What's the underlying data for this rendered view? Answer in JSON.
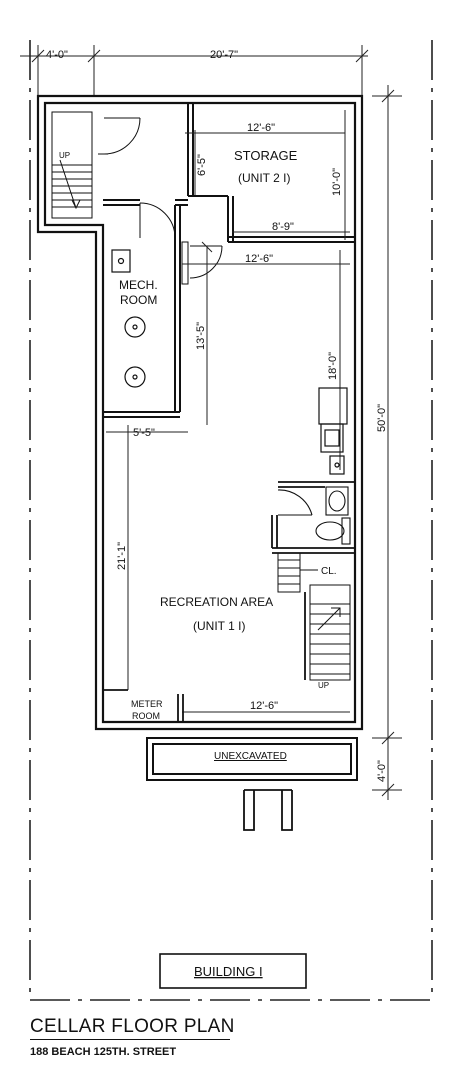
{
  "dimensions": {
    "top_left": "4'-0\"",
    "top_overall": "20'-7\"",
    "storage_width": "12'-6\"",
    "storage_depth_left": "6'-5\"",
    "storage_depth_right": "10'-0\"",
    "storage_bottom": "8'-9\"",
    "rec_top_width": "12'-6\"",
    "mech_height": "13'-5\"",
    "right_mid": "18'-0\"",
    "overall_height": "50'-0\"",
    "mech_width": "5'-5\"",
    "rec_height": "21'-1\"",
    "rec_bottom_width": "12'-6\"",
    "unexcavated_depth": "4'-0\""
  },
  "rooms": {
    "storage_name": "STORAGE",
    "storage_unit": "(UNIT 2 I)",
    "mech_line1": "MECH.",
    "mech_line2": "ROOM",
    "rec_name": "RECREATION AREA",
    "rec_unit": "(UNIT 1 I)",
    "closet": "CL.",
    "meter_line1": "METER",
    "meter_line2": "ROOM",
    "unexcavated": "UNEXCAVATED",
    "stair_up_top": "UP",
    "stair_up_bottom": "UP"
  },
  "building_label": "BUILDING I",
  "title": "CELLAR FLOOR PLAN",
  "subtitle": "188 BEACH 125TH. STREET"
}
